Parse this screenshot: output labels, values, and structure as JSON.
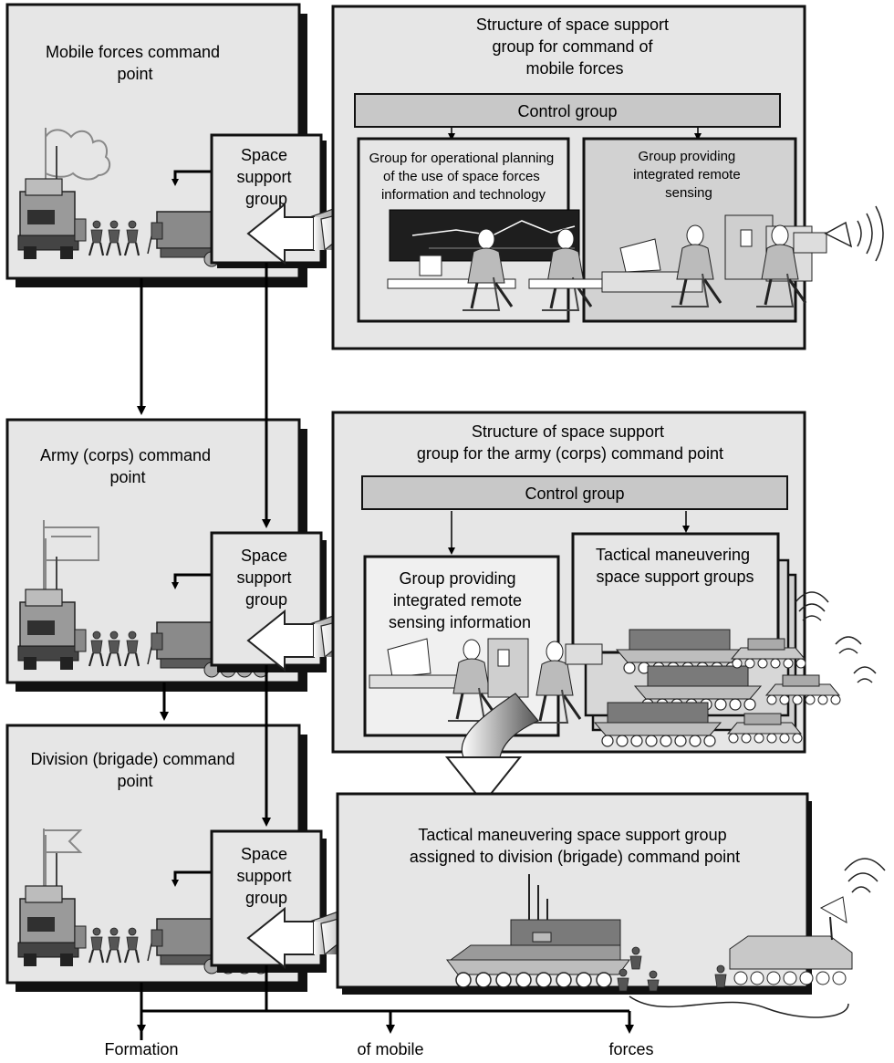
{
  "mobile_cp": {
    "title": [
      "Mobile forces command",
      "point"
    ]
  },
  "army_cp": {
    "title": [
      "Army (corps) command",
      "point"
    ]
  },
  "division_cp": {
    "title": [
      "Division (brigade) command",
      "point"
    ]
  },
  "space_support_label": [
    "Space",
    "support",
    "group"
  ],
  "ssg_mobile": {
    "title": [
      "Structure of space support",
      "group for command of",
      "mobile forces"
    ],
    "control_group": "Control group",
    "planning_group": [
      "Group for operational planning",
      "of the use of space forces",
      "information and technology"
    ],
    "remote_group": [
      "Group providing",
      "integrated remote",
      "sensing"
    ]
  },
  "ssg_army": {
    "title": [
      "Structure of space support",
      "group for the army (corps) command point"
    ],
    "control_group": "Control group",
    "remote_group": [
      "Group providing",
      "integrated remote",
      "sensing information"
    ],
    "tactical_groups": [
      "Tactical maneuvering",
      "space support groups"
    ]
  },
  "tmssg_division": {
    "title": [
      "Tactical maneuvering space support group",
      "assigned to division (brigade) command point"
    ]
  },
  "bottom_labels": [
    "Formation",
    "of mobile",
    "forces"
  ],
  "colors": {
    "panel": "#e6e6e6",
    "inner_panel": "#d2d2d2",
    "control_bar": "#c8c8c8",
    "shadow": "#111111",
    "vehicle": "#7a7a7a",
    "vehicle_dark": "#4a4a4a"
  }
}
